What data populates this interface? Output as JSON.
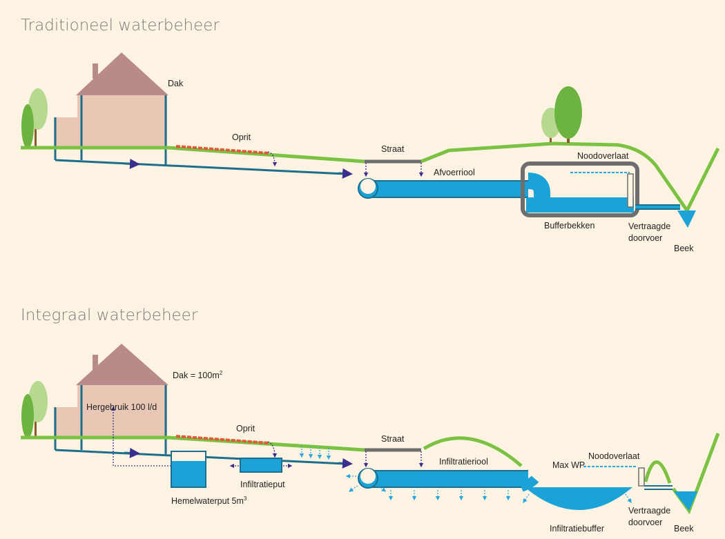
{
  "colors": {
    "background": "#fdf3e3",
    "grass": "#7cc242",
    "water": "#1ba3d8",
    "pipe": "#1d6e8c",
    "house": "#b98a8a",
    "wall": "#e8c8b4",
    "street": "#6e6e6e",
    "driveway": "#e05a3a",
    "flow_arrow": "#3a2f8c",
    "infiltration": "#29a8e0",
    "tree_dark": "#6cb33f",
    "tree_light": "#b7d88f"
  },
  "top": {
    "title": "Traditioneel waterbeheer",
    "labels": {
      "dak": "Dak",
      "oprit": "Oprit",
      "straat": "Straat",
      "afvoerriool": "Afvoerriool",
      "noodoverlaat": "Noodoverlaat",
      "bufferbekken": "Bufferbekken",
      "vertraagde": "Vertraagde",
      "doorvoer": "doorvoer",
      "beek": "Beek"
    }
  },
  "bottom": {
    "title": "Integraal waterbeheer",
    "labels": {
      "dak": "Dak = 100m",
      "dak_sup": "2",
      "hergebruik": "Hergebruik 100 l/d",
      "oprit": "Oprit",
      "straat": "Straat",
      "infiltratieriool": "Infiltratieriool",
      "max_wp": "Max WP",
      "noodoverlaat": "Noodoverlaat",
      "infiltratieput": "Infiltratieput",
      "hemelwaterput": "Hemelwaterput 5m",
      "hemelwaterput_sup": "3",
      "vertraagde": "Vertraagde",
      "doorvoer": "doorvoer",
      "infiltratiebuffer": "Infiltratiebuffer",
      "beek": "Beek"
    }
  }
}
